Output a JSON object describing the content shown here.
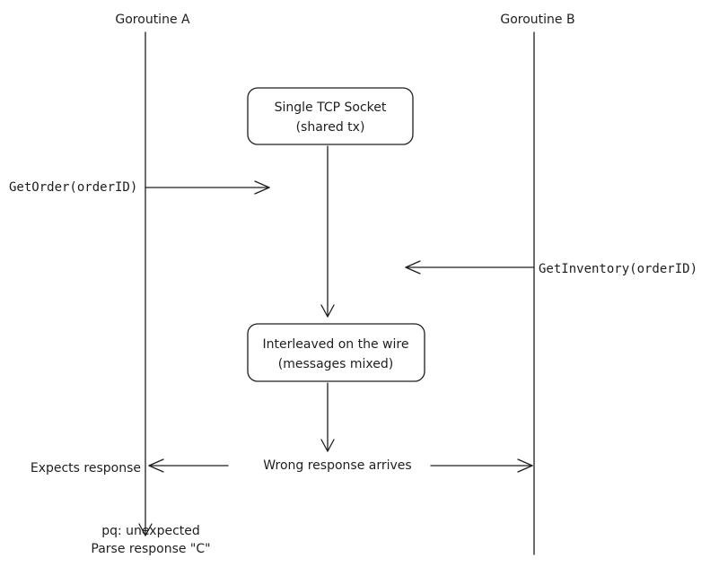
{
  "lanes": {
    "a_title": "Goroutine A",
    "b_title": "Goroutine B"
  },
  "nodes": {
    "socket_line1": "Single TCP Socket",
    "socket_line2": "(shared tx)",
    "interleaved_line1": "Interleaved on the wire",
    "interleaved_line2": "(messages mixed)"
  },
  "calls": {
    "get_order": "GetOrder(orderID)",
    "get_inventory": "GetInventory(orderID)"
  },
  "responses": {
    "wrong_response": "Wrong response arrives",
    "expects_response": "Expects response"
  },
  "error": {
    "line1": "pq: unexpected",
    "line2": "Parse response \"C\""
  },
  "colors": {
    "stroke": "#1e1e1e",
    "background": "#ffffff"
  }
}
